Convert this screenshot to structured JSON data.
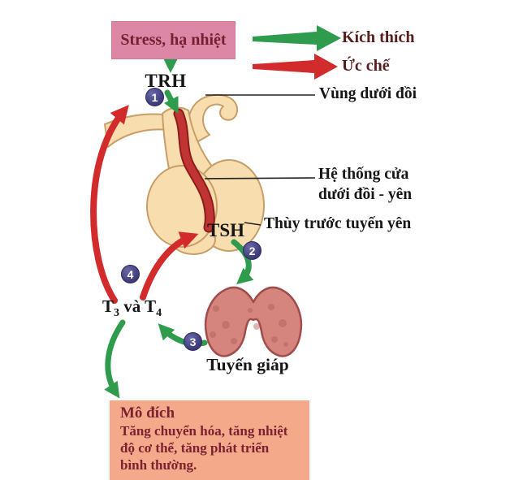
{
  "stimulus_box": {
    "label": "Stress, hạ nhiệt"
  },
  "legend": {
    "stimulate_label": "Kích thích",
    "inhibit_label": "Ức chế",
    "stimulate_color": "#2e9b4d",
    "inhibit_color": "#d22b2b"
  },
  "labels": {
    "trh": "TRH",
    "tsh": "TSH",
    "hypothalamus": "Vùng dưới đồi",
    "portal_line1": "Hệ thống cửa",
    "portal_line2": "dưới đồi - yên",
    "anterior_pituitary": "Thùy trước tuyến yên",
    "thyroid_gland": "Tuyến giáp",
    "t3t4": {
      "p1": "T",
      "s1": "3",
      "p2": " và T",
      "s2": "4"
    }
  },
  "markers": {
    "m1": "1",
    "m2": "2",
    "m3": "3",
    "m4": "4"
  },
  "target_box": {
    "title": "Mô đích",
    "lines": [
      "Tăng chuyển hóa, tăng nhiệt",
      "độ cơ thể, tăng phát triển",
      "bình thường."
    ]
  },
  "colors": {
    "stimulus_box_bg": "#dd87a7",
    "legend_box_bg": "#f6e9e8",
    "target_box_bg": "#f4a98b",
    "maroon_text": "#7c2130",
    "gland_tan": "#f8ddae",
    "thyroid_pink": "#d6857e",
    "marker_indigo": "#3d3a78"
  }
}
